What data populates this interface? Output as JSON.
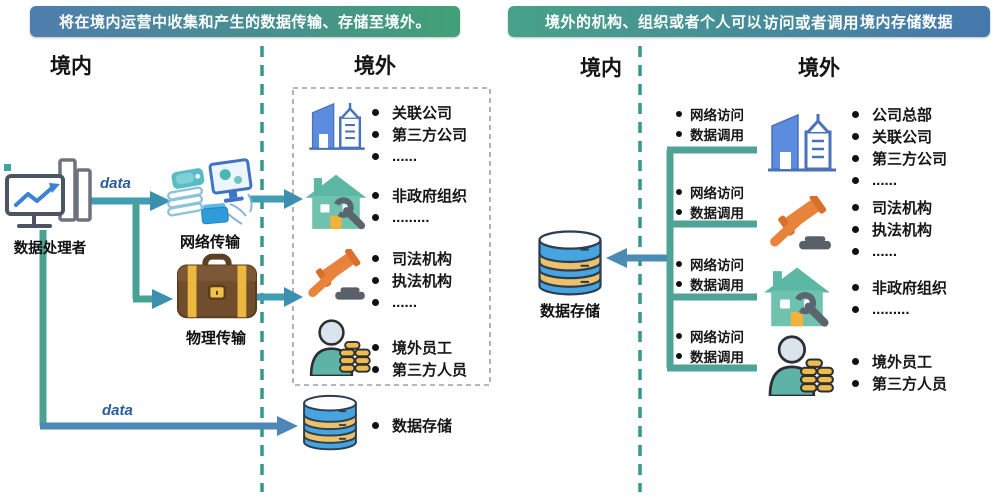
{
  "left_panel": {
    "header": "将在境内运营中收集和产生的数据传输、存储至境外。",
    "region_domestic": "境内",
    "region_overseas": "境外",
    "processor_label": "数据处理者",
    "data_label": "data",
    "network_label": "网络传输",
    "physical_label": "物理传输",
    "groups": [
      {
        "icon": "building-icon",
        "items": [
          "关联公司",
          "第三方公司",
          "......"
        ]
      },
      {
        "icon": "house-icon",
        "items": [
          "非政府组织",
          "........."
        ]
      },
      {
        "icon": "gavel-icon",
        "items": [
          "司法机构",
          "执法机构",
          "......"
        ]
      },
      {
        "icon": "person-icon",
        "items": [
          "境外员工",
          "第三方人员"
        ]
      }
    ],
    "storage_label": "数据存储"
  },
  "right_panel": {
    "header_pre": "境外的机构、组织或者个人可以",
    "header_bold": "访问或者调用",
    "header_post": "境内存储数据",
    "region_domestic": "境内",
    "region_overseas": "境外",
    "storage_label": "数据存储",
    "access": {
      "network": "网络访问",
      "invoke": "数据调用"
    },
    "groups": [
      {
        "icon": "building-icon",
        "items": [
          "公司总部",
          "关联公司",
          "第三方公司",
          "......"
        ]
      },
      {
        "icon": "gavel-icon",
        "items": [
          "司法机构",
          "执法机构",
          "......"
        ]
      },
      {
        "icon": "house-icon",
        "items": [
          "非政府组织",
          "........."
        ]
      },
      {
        "icon": "person-icon",
        "items": [
          "境外员工",
          "第三方人员"
        ]
      }
    ]
  },
  "colors": {
    "header_left_gradient": [
      "#4e7dad",
      "#42a077"
    ],
    "header_right_gradient": [
      "#47a287",
      "#4677ad"
    ],
    "arrow_teal": "#3f9db6",
    "arrow_blue": "#4d87b8",
    "branch_green": "#47a296",
    "trunk_green": "#4ea394",
    "divider_teal": "#35988c",
    "data_text_blue": "#2a5d9c"
  }
}
